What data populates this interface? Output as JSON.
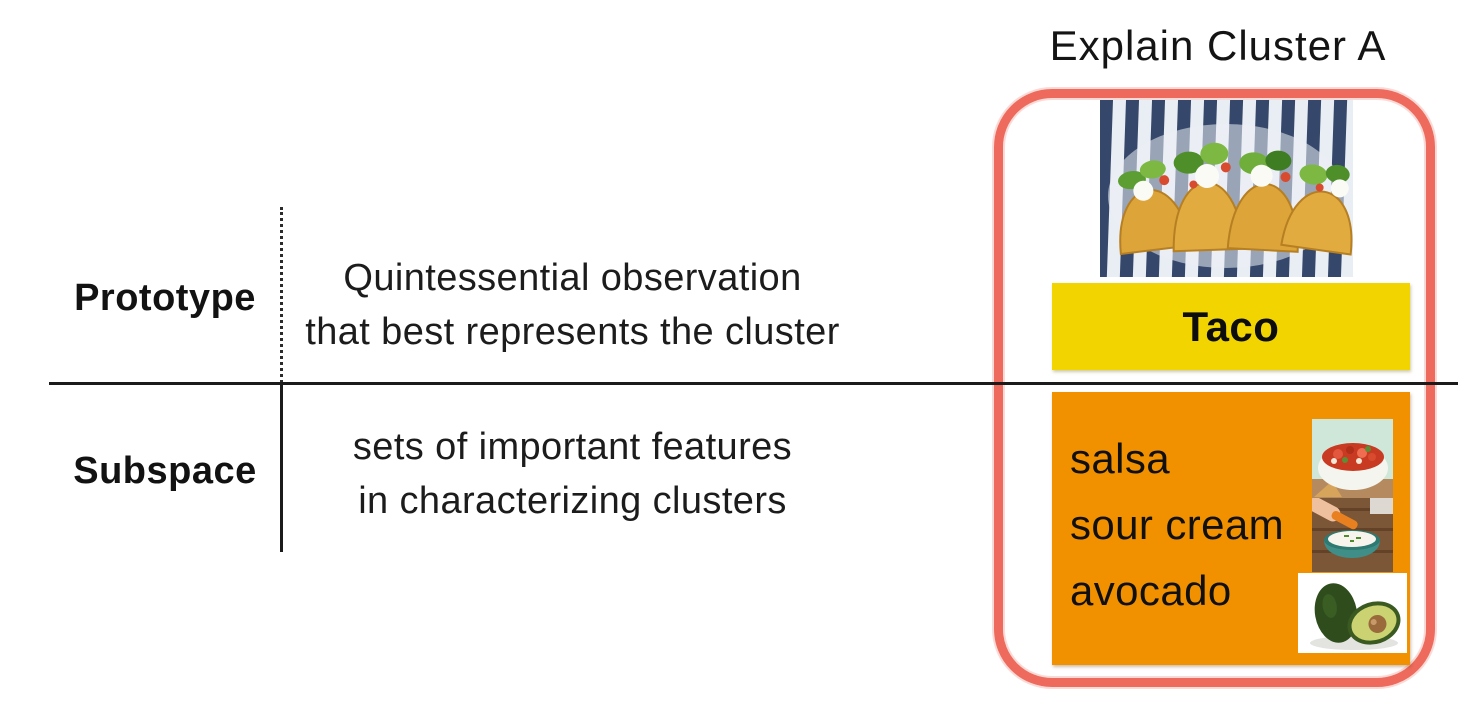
{
  "panel": {
    "title": "Explain Cluster A",
    "prototype_label": "Taco",
    "subspace_features": [
      "salsa",
      "sour cream",
      "avocado"
    ],
    "images": [
      "taco-plate-photo",
      "salsa-bowl-photo",
      "sour-cream-dip-photo",
      "avocado-photo"
    ],
    "colors": {
      "highlight_border": "#ed6a5c",
      "prototype_bg": "#f2d500",
      "subspace_bg": "#f29100"
    }
  },
  "table": {
    "rows": [
      {
        "label": "Prototype",
        "desc_line1": "Quintessential observation",
        "desc_line2": "that best represents the cluster"
      },
      {
        "label": "Subspace",
        "desc_line1": "sets of important features",
        "desc_line2": "in characterizing clusters"
      }
    ]
  }
}
